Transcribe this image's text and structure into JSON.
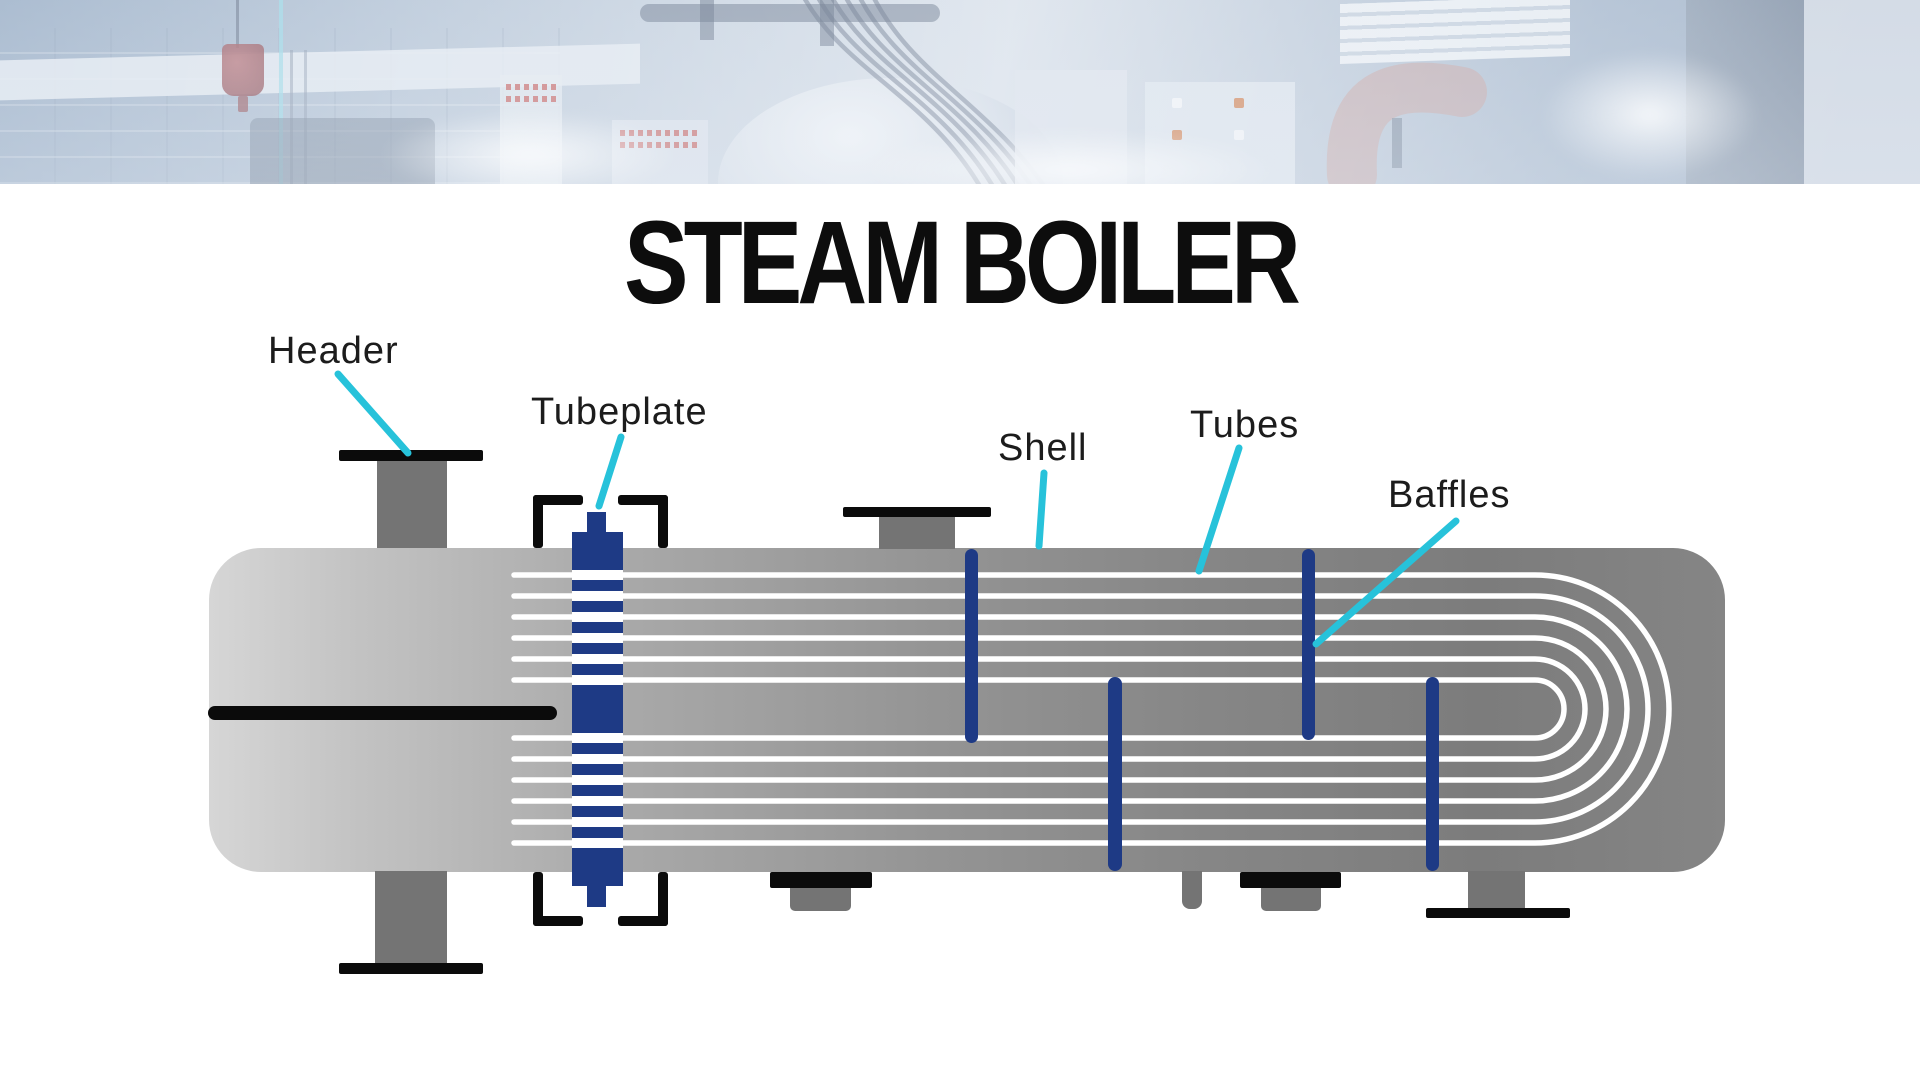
{
  "page_title": "STEAM BOILER",
  "banner": {
    "description": "Faded blue-tinted photo of an industrial boiler room with machinery, control panels and pipes"
  },
  "diagram": {
    "labels": {
      "header": "Header",
      "tubeplate": "Tubeplate",
      "shell": "Shell",
      "tubes": "Tubes",
      "baffles": "Baffles"
    },
    "tube_count": 6,
    "baffle_count": 4,
    "colors": {
      "leader_cyan": "#27c2da",
      "navy": "#1e3a85",
      "ink_black": "#0b0b0b",
      "shell_gray_light": "#d6d6d6",
      "shell_gray_dark": "#7c7c7c",
      "pipe_gray": "#747474",
      "tube_white": "#ffffff"
    }
  }
}
